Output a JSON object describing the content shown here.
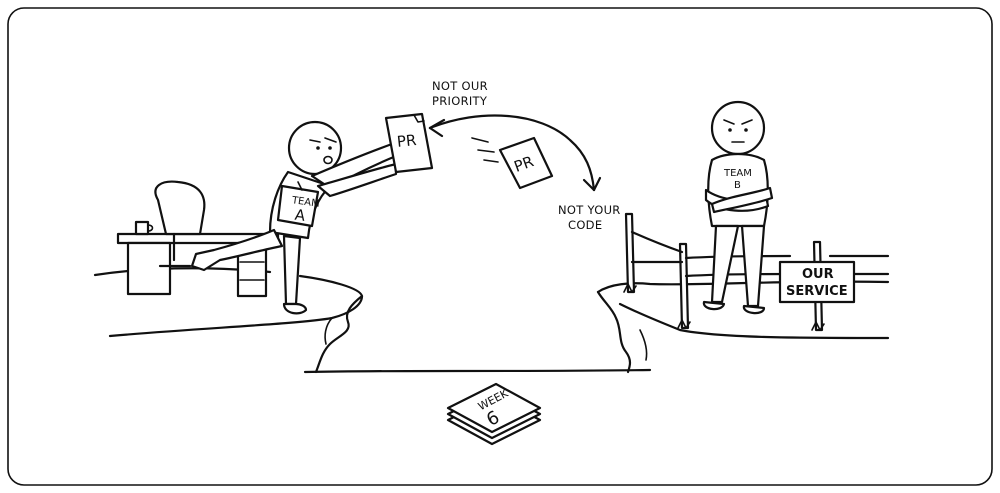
{
  "captions": {
    "top": [
      "NOT OUR",
      "PRIORITY"
    ],
    "bottom": [
      "NOT YOUR",
      "CODE"
    ]
  },
  "team_a": {
    "badge_line1": "TEAM",
    "badge_line2": "A"
  },
  "team_b": {
    "badge_line1": "TEAM",
    "badge_line2": "B"
  },
  "documents": {
    "held": "PR",
    "flying": "PR"
  },
  "sign": {
    "line1": "OUR",
    "line2": "SERVICE"
  },
  "calendar": {
    "word": "WEEK",
    "number": "6"
  }
}
